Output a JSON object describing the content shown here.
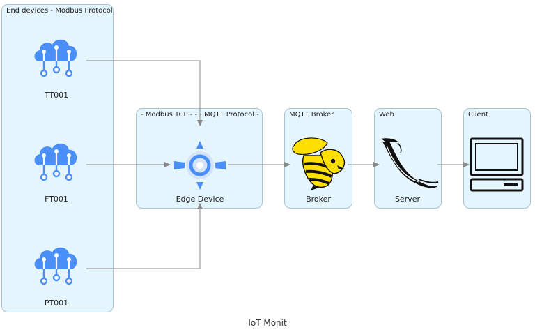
{
  "groups": {
    "end_devices": "End devices - Modbus Protocol",
    "edge": "- Modbus TCP - - - MQTT Protocol -",
    "broker": "MQTT Broker",
    "web": "Web",
    "client": "Client"
  },
  "nodes": {
    "tt001": "TT001",
    "ft001": "FT001",
    "pt001": "PT001",
    "edge_device": "Edge Device",
    "broker": "Broker",
    "server": "Server"
  },
  "footer": "IoT Monit",
  "icons": {
    "sensors": "cloud-iot-icon",
    "edge_device": "edge-compute-icon",
    "broker": "mqtt-broker-bee-icon",
    "server": "flask-server-icon",
    "client": "monitor-icon"
  },
  "colors": {
    "cloud_icon": "#4a8ff7",
    "edge_icon": "#4a8ff7",
    "broker_icon": "#ffe000",
    "group_fill": "#e5f5fd",
    "edge_line": "#888888"
  }
}
